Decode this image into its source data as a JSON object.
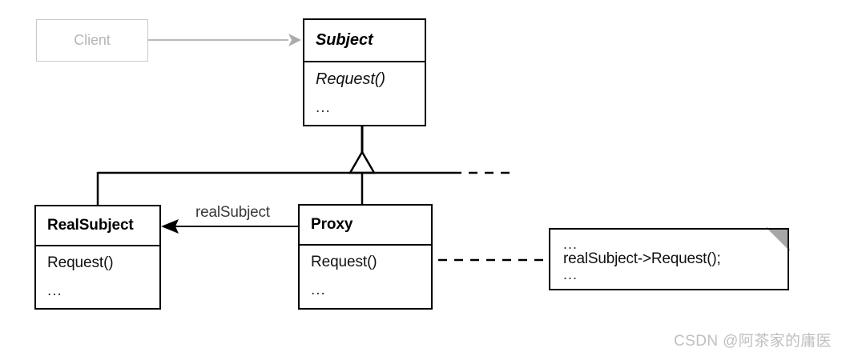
{
  "diagram": {
    "type": "uml-class-diagram",
    "pattern": "Proxy",
    "background": "#ffffff",
    "line_color": "#000000",
    "faded_color": "#c9c9c9"
  },
  "client": {
    "name": "Client",
    "style": "faded"
  },
  "subject": {
    "name": "Subject",
    "stereotype": "abstract",
    "operations": [
      "Request()",
      "..."
    ]
  },
  "real_subject": {
    "name": "RealSubject",
    "operations": [
      "Request()",
      "..."
    ]
  },
  "proxy": {
    "name": "Proxy",
    "operations": [
      "Request()",
      "..."
    ]
  },
  "association": {
    "role_label": "realSubject"
  },
  "note": {
    "lines": [
      "...",
      "realSubject->Request();",
      "..."
    ],
    "fold_color": "#a6a6a6"
  },
  "relations": [
    {
      "from": "Client",
      "to": "Subject",
      "kind": "dependency-arrow",
      "color": "#b0b0b0"
    },
    {
      "from": "RealSubject",
      "to": "Subject",
      "kind": "generalization"
    },
    {
      "from": "Proxy",
      "to": "Subject",
      "kind": "generalization"
    },
    {
      "from": "Proxy",
      "to": "RealSubject",
      "kind": "association",
      "label": "realSubject"
    },
    {
      "from": "Proxy.Request()",
      "to": "note",
      "kind": "note-anchor-dashed"
    }
  ],
  "watermark": {
    "text": "CSDN @阿茶家的庸医"
  }
}
